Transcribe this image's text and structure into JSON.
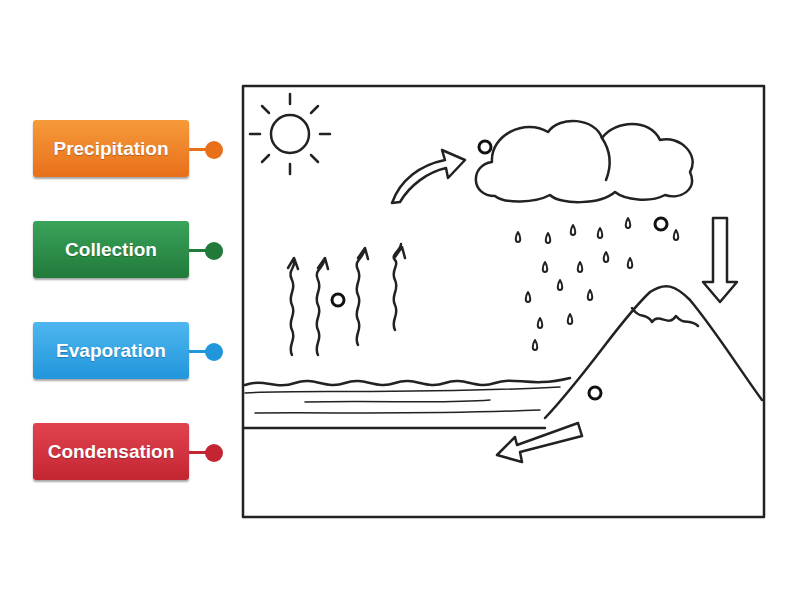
{
  "diagram": {
    "nodes": [
      {
        "text": [
          "Precipitation"
        ]
      },
      {
        "text": [
          "Collection"
        ]
      },
      {
        "text": [
          "Evaporation"
        ]
      },
      {
        "text": [
          "Condensation"
        ]
      }
    ]
  }
}
